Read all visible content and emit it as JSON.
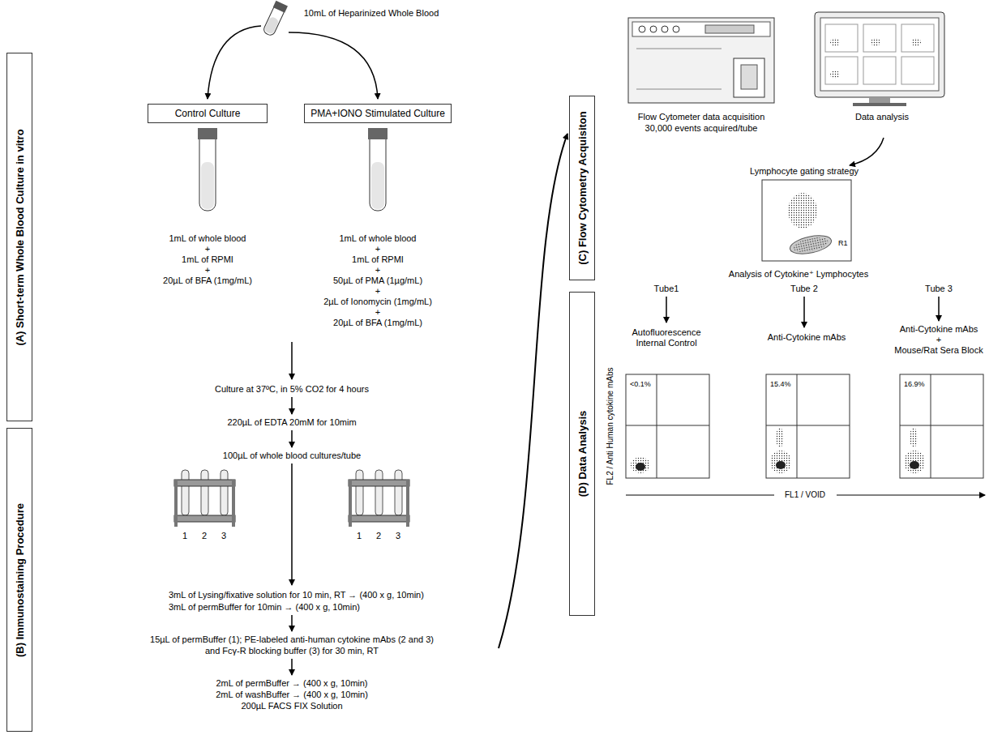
{
  "diagram": {
    "nodes": [
      {
        "text": [
          "(A) Short-term Whole Blood Culture in vitro"
        ]
      },
      {
        "text": [
          "Control Culture"
        ]
      },
      {
        "text": [
          "PMA+IONO Stimulated Culture"
        ]
      },
      {
        "text": [
          "(B) Immunostaining Procedure"
        ]
      },
      {
        "text": [
          "(C) Flow Cytometry Acquisiton"
        ]
      },
      {
        "text": [
          "(D) Data Analysis"
        ]
      }
    ],
    "labels": [
      "10mL of Heparinized Whole Blood",
      "1mL of whole blood",
      "+",
      "1mL of RPMI",
      "+",
      "20µL of BFA (1mg/mL)",
      "1mL of whole blood",
      "+",
      "1mL of RPMI",
      "+",
      "50µL of PMA (1µg/mL)",
      "+",
      "2µL of Ionomycin (1mg/mL)",
      "+",
      "20µL of BFA (1mg/mL)",
      "Culture at 37ºC, in 5% CO2 for 4 hours",
      "220µL of EDTA 20mM for 10mim",
      "100µL of whole blood cultures/tube",
      "1",
      "2",
      "3",
      "1",
      "2",
      "3",
      "3mL of Lysing/fixative solution for 10 min, RT → (400 x g, 10min)",
      "3mL of permBuffer for 10min → (400 x g, 10min)",
      "15µL of permBuffer (1); PE-labeled anti-human cytokine mAbs (2 and 3)",
      "and Fcγ-R blocking buffer (3) for 30 min, RT",
      "2mL of permBuffer → (400 x g, 10min)",
      "2mL of washBuffer → (400 x g, 10min)",
      "200µL FACS FIX Solution",
      "Flow Cytometer data acquisition",
      "30,000 events acquired/tube",
      "Data analysis",
      "Lymphocyte gating strategy",
      "R1",
      "Analysis of Cytokine⁺ Lymphocytes",
      "Tube1",
      "Tube 2",
      "Tube 3",
      "Autofluorescence",
      "Internal Control",
      "Anti-Cytokine mAbs",
      "Anti-Cytokine mAbs",
      "+",
      "Mouse/Rat Sera Block",
      "<0.1%",
      "15.4%",
      "16.9%",
      "FL2 / Anti Human cytokine mAbs",
      "FL1 / VOID"
    ]
  }
}
